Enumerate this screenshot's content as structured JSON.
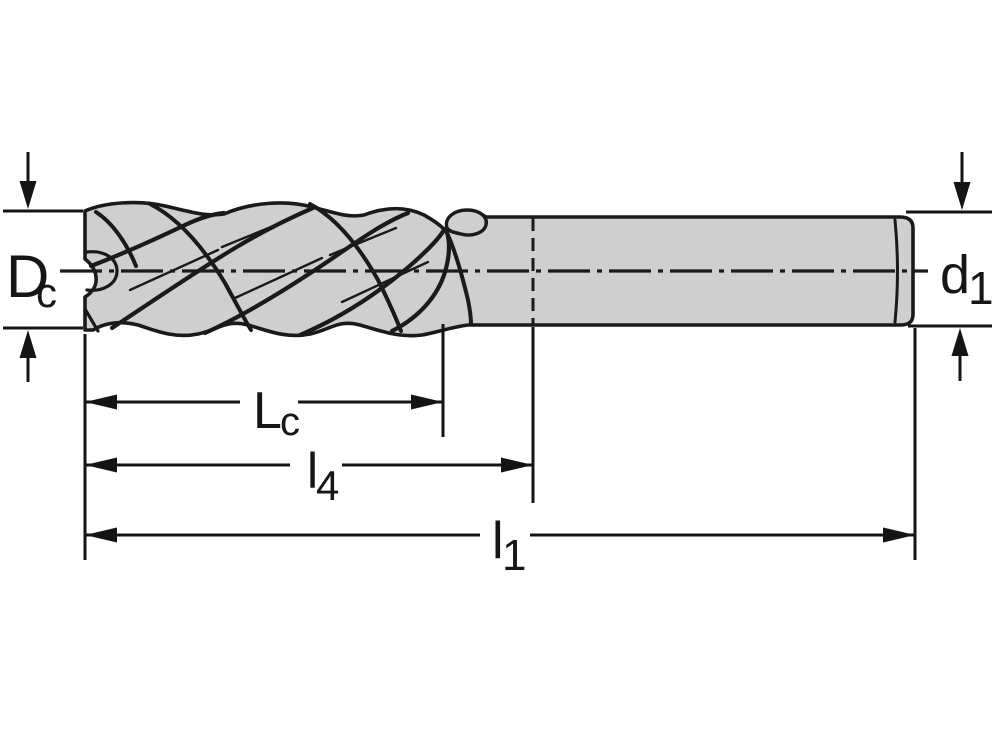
{
  "drawing": {
    "description": "Technical side-view drawing of a four-flute solid end mill with dimension callouts",
    "labels": {
      "cutting_diameter": {
        "main": "D",
        "sub": "c"
      },
      "shank_diameter": {
        "main": "d",
        "sub": "1"
      },
      "cutting_length": {
        "main": "L",
        "sub": "c"
      },
      "length_l4": {
        "main": "l",
        "sub": "4"
      },
      "overall_length": {
        "main": "l",
        "sub": "1"
      }
    },
    "colors": {
      "outline": "#1a1a1a",
      "tool_fill": "#cfcfcf",
      "background": "#ffffff"
    }
  }
}
